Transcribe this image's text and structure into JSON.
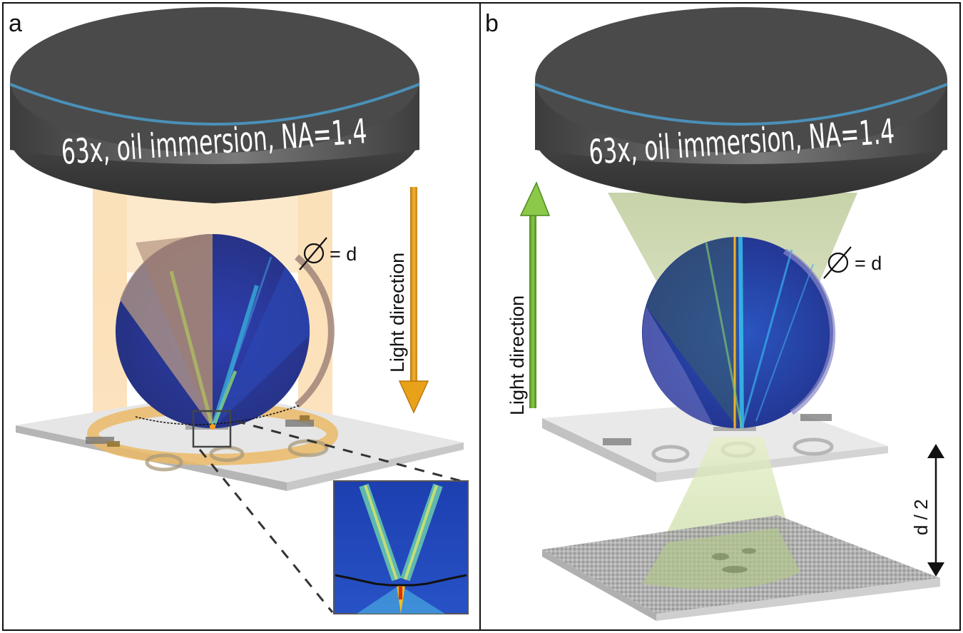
{
  "figure": {
    "panels": [
      {
        "id": "a",
        "label": "a",
        "objective_label": "63x, oil immersion, NA=1.4",
        "diameter_symbol": "∅",
        "diameter_text": "= d",
        "light_direction_label": "Light direction",
        "light_direction": "down",
        "light_color": "#e8a21a",
        "illumination_color": "#fbd9a8",
        "inset": "zoomed field distribution at microsphere contact point"
      },
      {
        "id": "b",
        "label": "b",
        "objective_label": "63x, oil immersion, NA=1.4",
        "diameter_symbol": "∅",
        "diameter_text": "= d",
        "light_direction_label": "Light direction",
        "light_direction": "up",
        "light_color": "#6aae2e",
        "illumination_color": "#cfdcb4",
        "distance_label": "d / 2"
      }
    ],
    "colors": {
      "objective_body": "#4a4a4a",
      "objective_ring": "#4a90b8",
      "sphere_blue": "#2a3ea8",
      "substrate": "#e4e4e4"
    }
  }
}
